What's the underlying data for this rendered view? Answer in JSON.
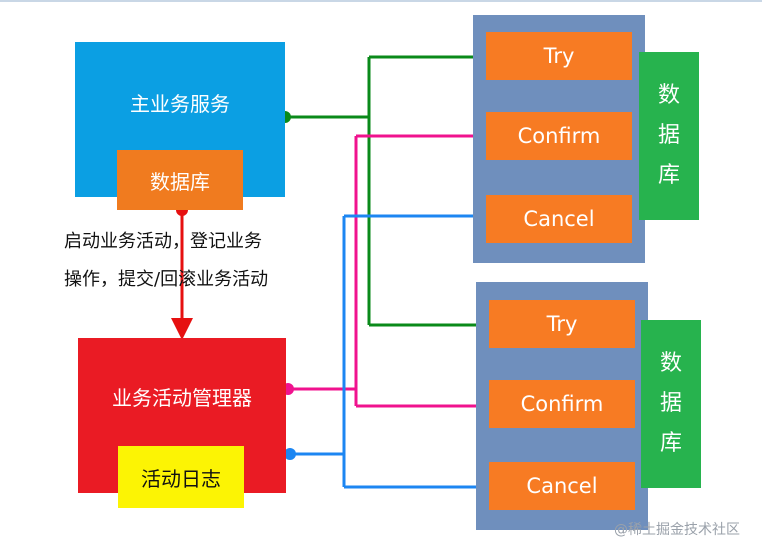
{
  "main_service": {
    "title": "主业务服务",
    "database": "数据库"
  },
  "activity_manager": {
    "title": "业务活动管理器",
    "log": "活动日志"
  },
  "note_lines": [
    "启动业务活动，登记业务",
    "操作，提交/回滚业务活动"
  ],
  "participants": [
    {
      "ops": [
        "Try",
        "Confirm",
        "Cancel"
      ],
      "db_chars": [
        "数",
        "据",
        "库"
      ]
    },
    {
      "ops": [
        "Try",
        "Confirm",
        "Cancel"
      ],
      "db_chars": [
        "数",
        "据",
        "库"
      ]
    }
  ],
  "watermark": "@稀土掘金技术社区",
  "colors": {
    "main_blue": "#0b9fe3",
    "orange": "#f07b1f",
    "red": "#ea1b24",
    "yellow": "#fcf404",
    "participant_bg": "#6f8fbd",
    "db_green": "#27b34e",
    "try_line": "#0a8a1a",
    "confirm_line": "#f0128e",
    "cancel_line": "#1c86f2",
    "control_line": "#e61010"
  }
}
